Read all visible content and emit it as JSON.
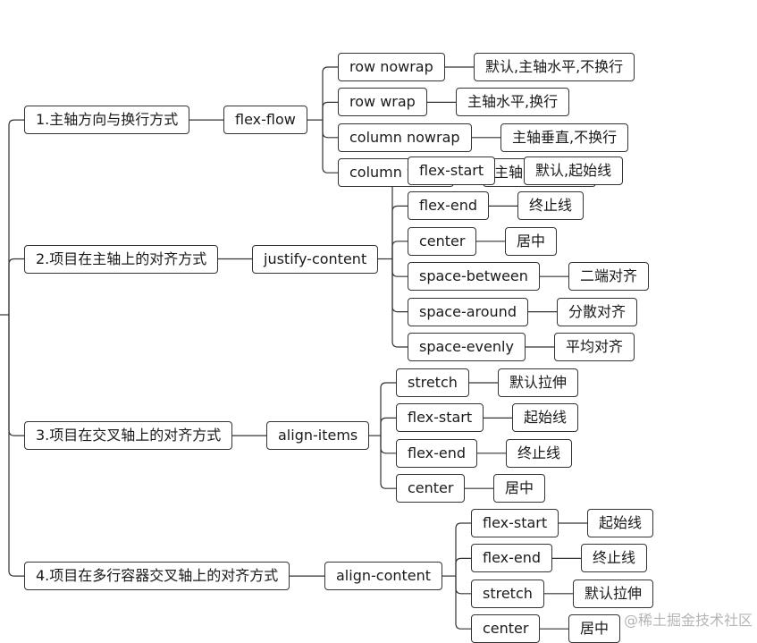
{
  "colors": {
    "line": "#333333",
    "border": "#333333",
    "text": "#1a1a1a",
    "watermark": "#b5b5b5"
  },
  "branches": [
    {
      "label": "1.主轴方向与换行方式",
      "property": "flex-flow",
      "values": [
        {
          "value": "row nowrap",
          "desc": "默认,主轴水平,不换行"
        },
        {
          "value": "row wrap",
          "desc": "主轴水平,换行"
        },
        {
          "value": "column nowrap",
          "desc": "主轴垂直,不换行"
        },
        {
          "value": "column wrap",
          "desc": "主轴垂直,换行"
        }
      ]
    },
    {
      "label": "2.项目在主轴上的对齐方式",
      "property": "justify-content",
      "values": [
        {
          "value": "flex-start",
          "desc": "默认,起始线"
        },
        {
          "value": "flex-end",
          "desc": "终止线"
        },
        {
          "value": "center",
          "desc": "居中"
        },
        {
          "value": "space-between",
          "desc": "二端对齐"
        },
        {
          "value": "space-around",
          "desc": "分散对齐"
        },
        {
          "value": "space-evenly",
          "desc": "平均对齐"
        }
      ]
    },
    {
      "label": "3.项目在交叉轴上的对齐方式",
      "property": "align-items",
      "values": [
        {
          "value": "stretch",
          "desc": "默认拉伸"
        },
        {
          "value": "flex-start",
          "desc": "起始线"
        },
        {
          "value": "flex-end",
          "desc": "终止线"
        },
        {
          "value": "center",
          "desc": "居中"
        }
      ]
    },
    {
      "label": "4.项目在多行容器交叉轴上的对齐方式",
      "property": "align-content",
      "values": [
        {
          "value": "flex-start",
          "desc": "起始线"
        },
        {
          "value": "flex-end",
          "desc": "终止线"
        },
        {
          "value": "stretch",
          "desc": "默认拉伸"
        },
        {
          "value": "center",
          "desc": "居中"
        }
      ]
    }
  ],
  "watermark": "@稀土掘金技术社区"
}
